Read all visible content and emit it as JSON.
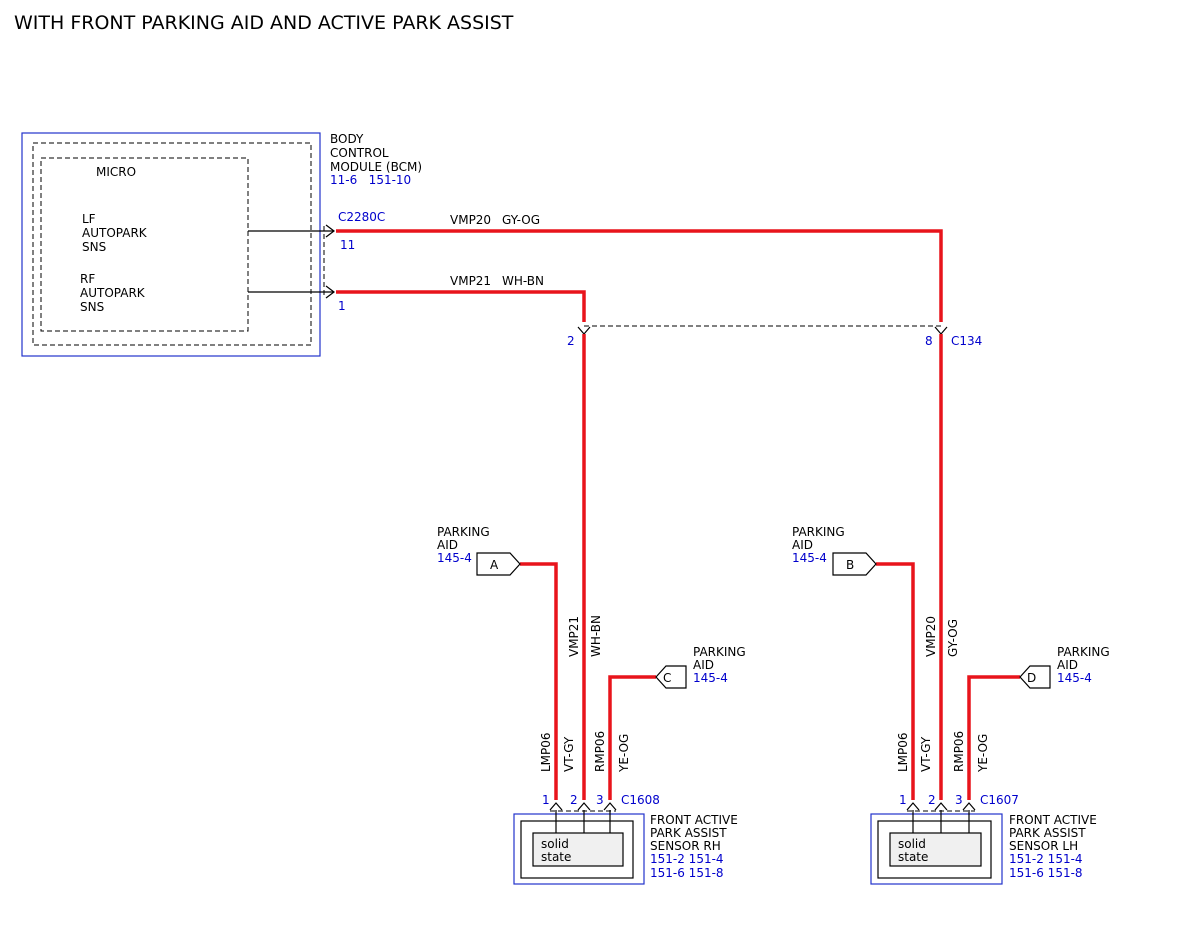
{
  "title": "WITH FRONT PARKING AID AND ACTIVE PARK ASSIST",
  "bcm": {
    "name_lines": [
      "BODY",
      "CONTROL",
      "MODULE (BCM)"
    ],
    "refs": "11-6   151-10",
    "micro_label": "MICRO",
    "lf_lines": [
      "LF",
      "AUTOPARK",
      "SNS"
    ],
    "rf_lines": [
      "RF",
      "AUTOPARK",
      "SNS"
    ],
    "connector": "C2280C",
    "pin_lf": "11",
    "pin_rf": "1"
  },
  "wires": {
    "vmp20_circuit": "VMP20",
    "vmp20_color": "GY-OG",
    "vmp21_circuit": "VMP21",
    "vmp21_color": "WH-BN",
    "lmp06_circuit": "LMP06",
    "lmp06_color": "VT-GY",
    "rmp06_circuit": "RMP06",
    "rmp06_color": "YE-OG"
  },
  "c134": {
    "name": "C134",
    "pin_left": "2",
    "pin_right": "8"
  },
  "refs": {
    "a": {
      "letter": "A",
      "lines": [
        "PARKING",
        "AID"
      ],
      "ref": "145-4"
    },
    "b": {
      "letter": "B",
      "lines": [
        "PARKING",
        "AID"
      ],
      "ref": "145-4"
    },
    "c": {
      "letter": "C",
      "lines": [
        "PARKING",
        "AID"
      ],
      "ref": "145-4"
    },
    "d": {
      "letter": "D",
      "lines": [
        "PARKING",
        "AID"
      ],
      "ref": "145-4"
    }
  },
  "sensor_rh": {
    "connector": "C1608",
    "pins": [
      "1",
      "2",
      "3"
    ],
    "name_lines": [
      "FRONT ACTIVE",
      "PARK ASSIST",
      "SENSOR RH"
    ],
    "ref_lines": [
      "151-2 151-4",
      "151-6 151-8"
    ],
    "inner_lines": [
      "solid",
      "state"
    ]
  },
  "sensor_lh": {
    "connector": "C1607",
    "pins": [
      "1",
      "2",
      "3"
    ],
    "name_lines": [
      "FRONT ACTIVE",
      "PARK ASSIST",
      "SENSOR LH"
    ],
    "ref_lines": [
      "151-2 151-4",
      "151-6 151-8"
    ],
    "inner_lines": [
      "solid",
      "state"
    ]
  }
}
